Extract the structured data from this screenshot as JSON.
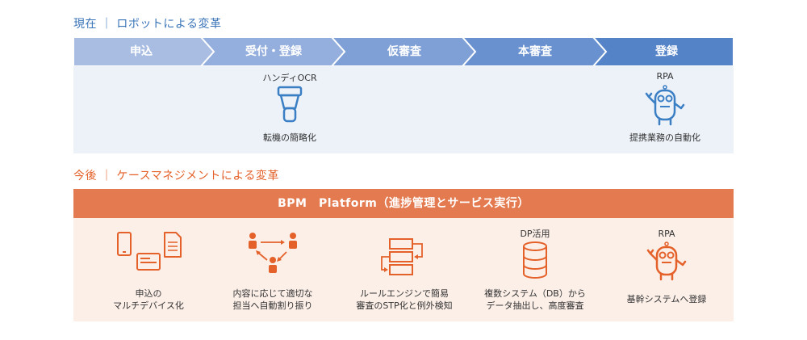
{
  "current": {
    "heading": "現在 ｜ ロボットによる変革",
    "steps": [
      "申込",
      "受付・登録",
      "仮審査",
      "本審査",
      "登録"
    ],
    "tools": [
      {
        "label": "ハンディOCR",
        "icon": "scanner-icon",
        "description": "転機の簡略化"
      },
      {
        "label": "RPA",
        "icon": "robot-icon",
        "description": "提携業務の自動化"
      }
    ]
  },
  "future": {
    "heading": "今後 ｜ ケースマネジメントによる変革",
    "platform_title": "BPM　Platform（進捗管理とサービス実行）",
    "features": [
      {
        "label": "",
        "icon": "devices-icon",
        "description_line1": "申込の",
        "description_line2": "マルチデバイス化"
      },
      {
        "label": "",
        "icon": "people-routing-icon",
        "description_line1": "内容に応じて適切な",
        "description_line2": "担当へ自動割り振り"
      },
      {
        "label": "",
        "icon": "rules-engine-icon",
        "description_line1": "ルールエンジンで簡易",
        "description_line2": "審査のSTP化と例外検知"
      },
      {
        "label": "DP活用",
        "icon": "database-icon",
        "description_line1": "複数システム（DB）から",
        "description_line2": "データ抽出し、高度審査"
      },
      {
        "label": "RPA",
        "icon": "robot-icon",
        "description_line1": "基幹システムへ登録",
        "description_line2": ""
      }
    ]
  },
  "colors": {
    "blue_accent": "#3a74b8",
    "orange_accent": "#e47a4f",
    "step_fills": [
      "#a9bde2",
      "#94aedd",
      "#7fa0d6",
      "#6a91cf",
      "#5583c8"
    ]
  }
}
